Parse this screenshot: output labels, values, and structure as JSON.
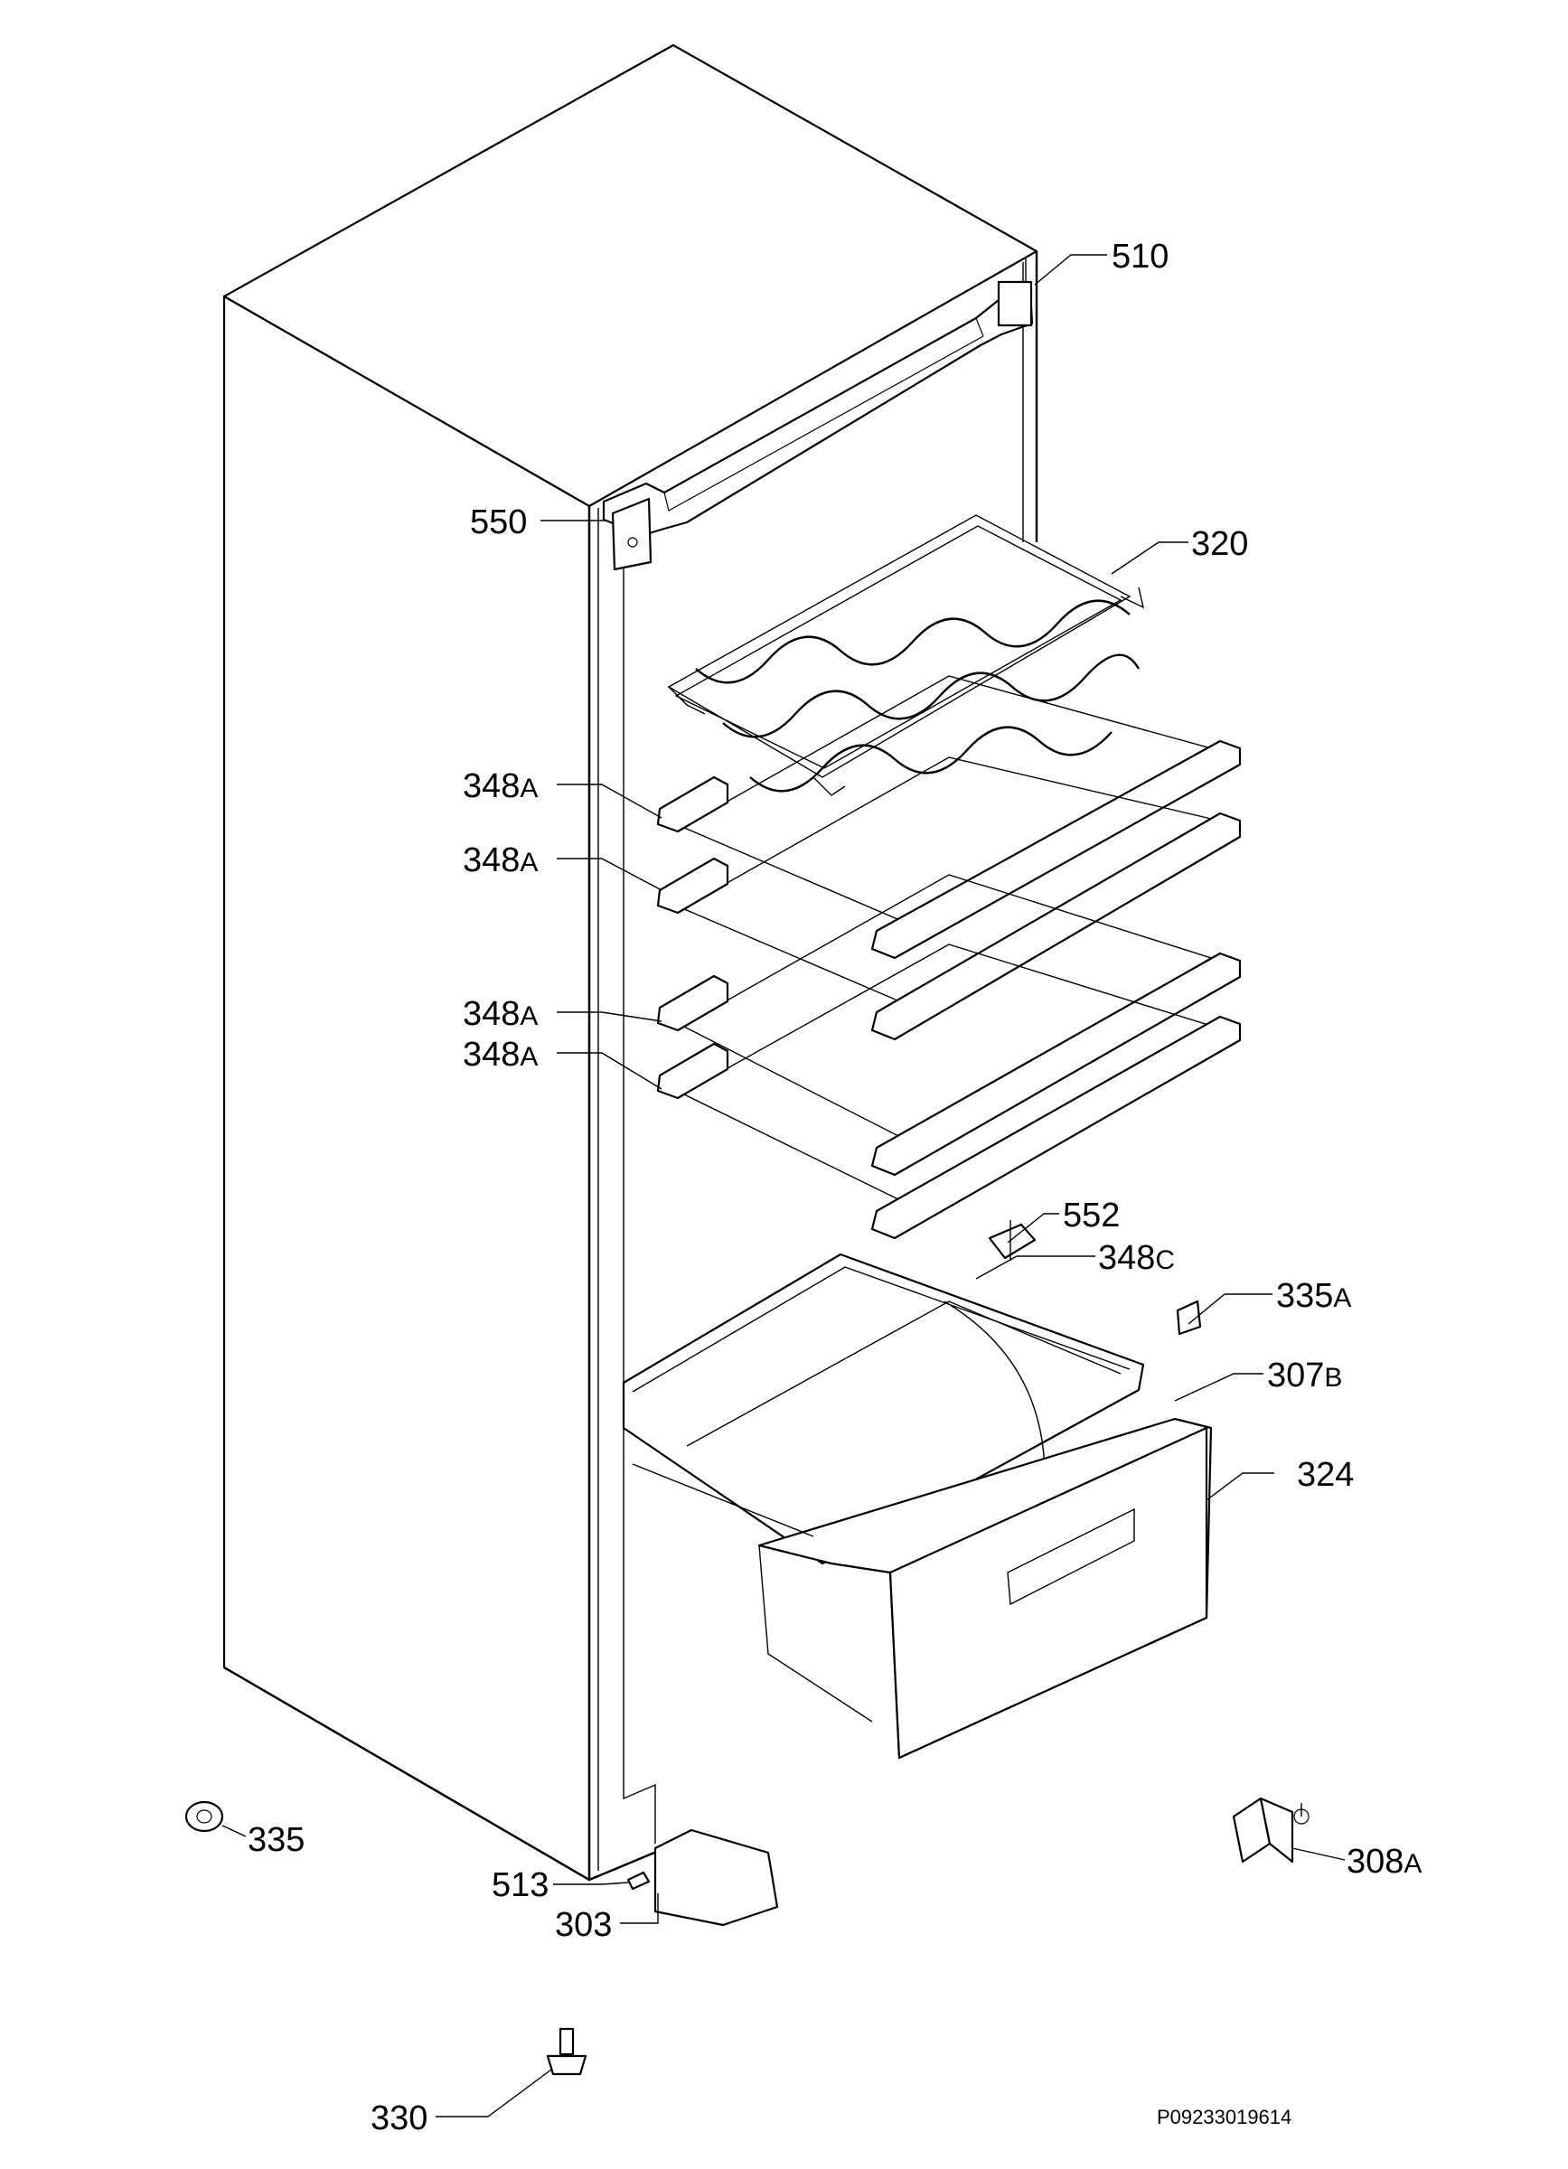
{
  "diagram": {
    "reference_code": "P09233019614",
    "callouts": {
      "c510": "510",
      "c550": "550",
      "c320": "320",
      "c348a_1": {
        "num": "348",
        "suffix": "A"
      },
      "c348a_2": {
        "num": "348",
        "suffix": "A"
      },
      "c348a_3": {
        "num": "348",
        "suffix": "A"
      },
      "c348a_4": {
        "num": "348",
        "suffix": "A"
      },
      "c552": "552",
      "c348c": {
        "num": "348",
        "suffix": "C"
      },
      "c335a": {
        "num": "335",
        "suffix": "A"
      },
      "c307b": {
        "num": "307",
        "suffix": "B"
      },
      "c324": "324",
      "c335": "335",
      "c513": "513",
      "c303": "303",
      "c308a": {
        "num": "308",
        "suffix": "A"
      },
      "c330": "330"
    }
  }
}
